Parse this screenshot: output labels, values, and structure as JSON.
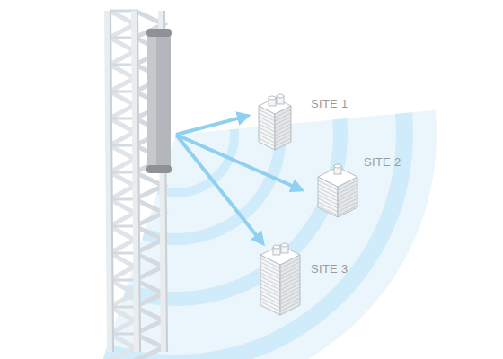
{
  "diagram": {
    "labels": [
      "SITE 1",
      "SITE 2",
      "SITE 3"
    ]
  }
}
